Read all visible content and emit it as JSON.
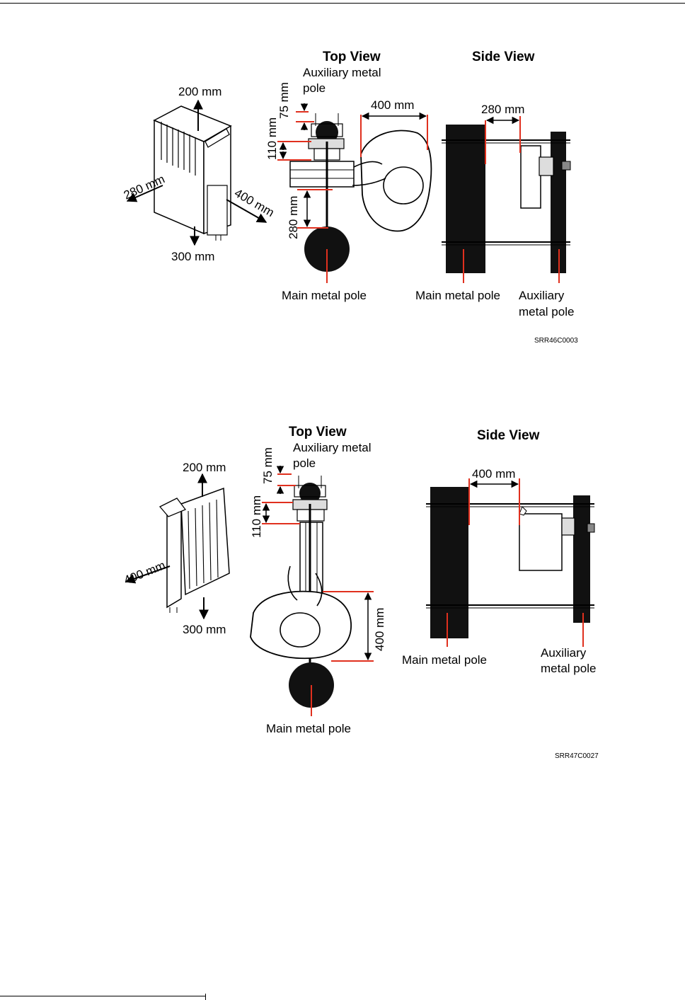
{
  "figure1": {
    "top_view_title": "Top View",
    "side_view_title": "Side View",
    "aux_pole_line1": "Auxiliary metal",
    "aux_pole_line2": "pole",
    "dim_top": "200 mm",
    "dim_left": "280 mm",
    "dim_right": "400 mm",
    "dim_bottom": "300 mm",
    "dim_75": "75 mm",
    "dim_110": "110 mm",
    "dim_280_vert": "280 mm",
    "dim_400_top": "400 mm",
    "dim_280_side": "280 mm",
    "main_pole_top": "Main metal pole",
    "main_pole_side": "Main metal pole",
    "aux_side_line1": "Auxiliary",
    "aux_side_line2": "metal pole",
    "code": "SRR46C0003"
  },
  "figure2": {
    "top_view_title": "Top View",
    "side_view_title": "Side View",
    "aux_pole_line1": "Auxiliary metal",
    "aux_pole_line2": "pole",
    "dim_top": "200 mm",
    "dim_left": "400 mm",
    "dim_bottom": "300 mm",
    "dim_75": "75 mm",
    "dim_110": "110 mm",
    "dim_400_vert": "400 mm",
    "dim_400_side": "400 mm",
    "main_pole_top": "Main metal pole",
    "main_pole_side": "Main metal pole",
    "aux_side_line1": "Auxiliary",
    "aux_side_line2": "metal pole",
    "code": "SRR47C0027"
  },
  "colors": {
    "accent_red": "#e0301e",
    "pole_black": "#111111"
  }
}
